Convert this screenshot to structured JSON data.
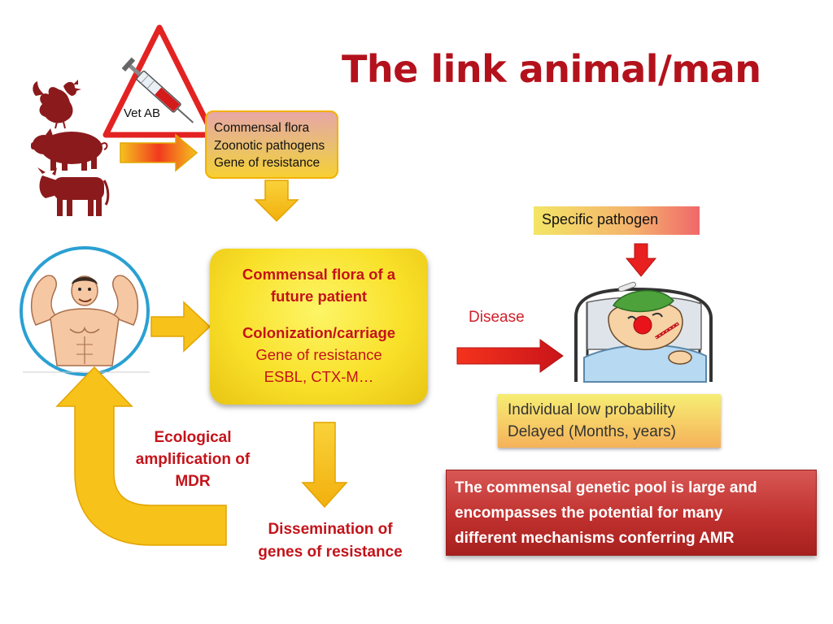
{
  "title": "The link animal/man",
  "vet": {
    "label": "Vet AB"
  },
  "flora_box": {
    "lines": [
      "Commensal  flora",
      "Zoonotic pathogens",
      "Gene of resistance"
    ]
  },
  "center_box": {
    "line1": "Commensal flora of a",
    "line2": "future patient",
    "line3": "Colonization/carriage",
    "line4": "Gene of resistance",
    "line5": "ESBL, CTX-M…"
  },
  "specific_pathogen": "Specific pathogen",
  "disease": "Disease",
  "individual": {
    "line1": "Individual low probability",
    "line2": "Delayed (Months, years)"
  },
  "ecological": {
    "line1": "Ecological",
    "line2": "amplification of",
    "line3": "MDR"
  },
  "dissemination": {
    "line1": "Dissemination of",
    "line2": "genes of resistance"
  },
  "pool_text": {
    "line1": "The commensal genetic pool is large and",
    "line2": "encompasses the potential for many",
    "line3": "different mechanisms conferring AMR"
  },
  "icons": [
    "rooster-icon",
    "pig-icon",
    "cow-icon",
    "warning-triangle-icon",
    "syringe-icon",
    "muscular-man-icon",
    "sick-patient-icon"
  ],
  "colors": {
    "title": "#b3121c",
    "arrow_yellow": "#f7c21a",
    "arrow_red": "#e8201f",
    "animal": "#8b1a1c",
    "pool_bg": "#c0312f"
  }
}
